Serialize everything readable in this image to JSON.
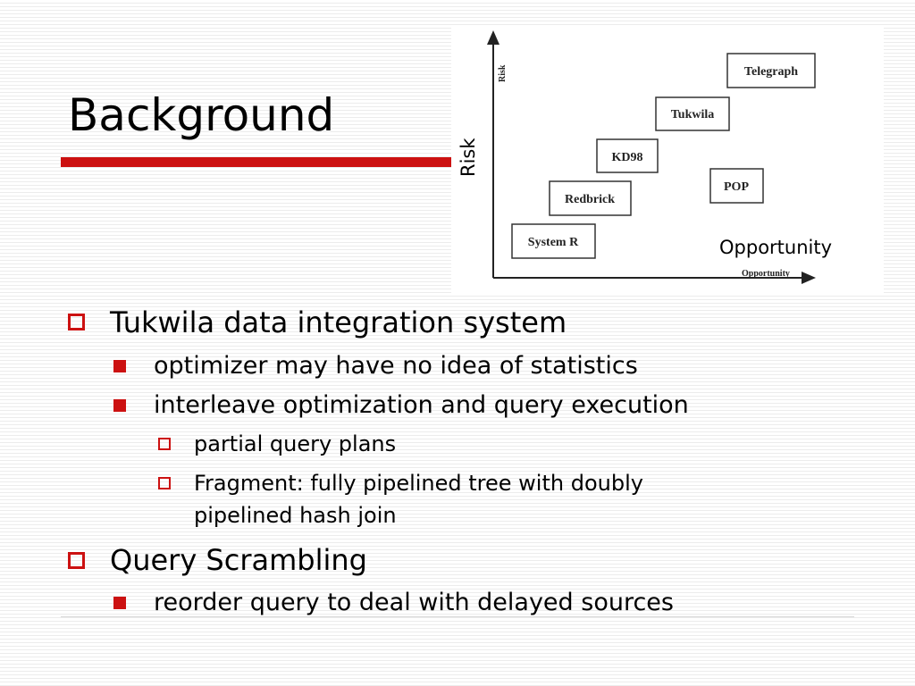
{
  "slide": {
    "title": "Background",
    "accent_color": "#cc1111"
  },
  "figure": {
    "axis_y_small_label": "Risk",
    "axis_x_small_label": "Opportunity",
    "boxes": [
      "Telegraph",
      "Tukwila",
      "KD98",
      "POP",
      "Redbrick",
      "System R"
    ],
    "overlay_risk_label": "Risk",
    "overlay_opportunity_label": "Opportunity"
  },
  "bullets": [
    {
      "level": 1,
      "marker": "hollow-square",
      "text": "Tukwila data integration system"
    },
    {
      "level": 2,
      "marker": "solid-square",
      "text": "optimizer may have no idea of statistics"
    },
    {
      "level": 2,
      "marker": "solid-square",
      "text": "interleave optimization and query execution"
    },
    {
      "level": 3,
      "marker": "hollow-square",
      "text": "partial query plans"
    },
    {
      "level": 3,
      "marker": "hollow-square",
      "text": "Fragment: fully pipelined tree with doubly",
      "continuation": "pipelined hash join"
    },
    {
      "level": 1,
      "marker": "hollow-square",
      "text": "Query Scrambling"
    },
    {
      "level": 2,
      "marker": "solid-square",
      "text": "reorder query to deal with delayed sources"
    }
  ]
}
